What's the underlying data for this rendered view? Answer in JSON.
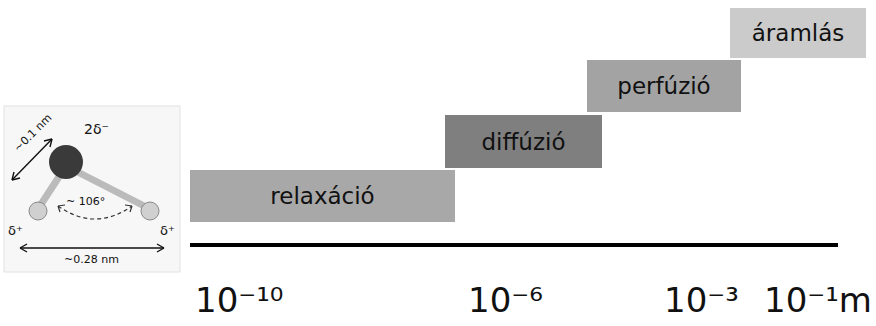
{
  "diagram": {
    "nodes": [
      {
        "text": [
          "relaxáció"
        ]
      },
      {
        "text": [
          "diffúzió"
        ]
      },
      {
        "text": [
          "perfúzió"
        ]
      },
      {
        "text": [
          "áramlás"
        ]
      }
    ],
    "labels": [
      "2δ⁻",
      "~0.1 nm",
      "~ 106°",
      "δ⁺",
      "δ⁺",
      "~0.28 nm",
      "10⁻¹⁰",
      "10⁻⁶",
      "10⁻³",
      "10⁻¹m"
    ]
  }
}
